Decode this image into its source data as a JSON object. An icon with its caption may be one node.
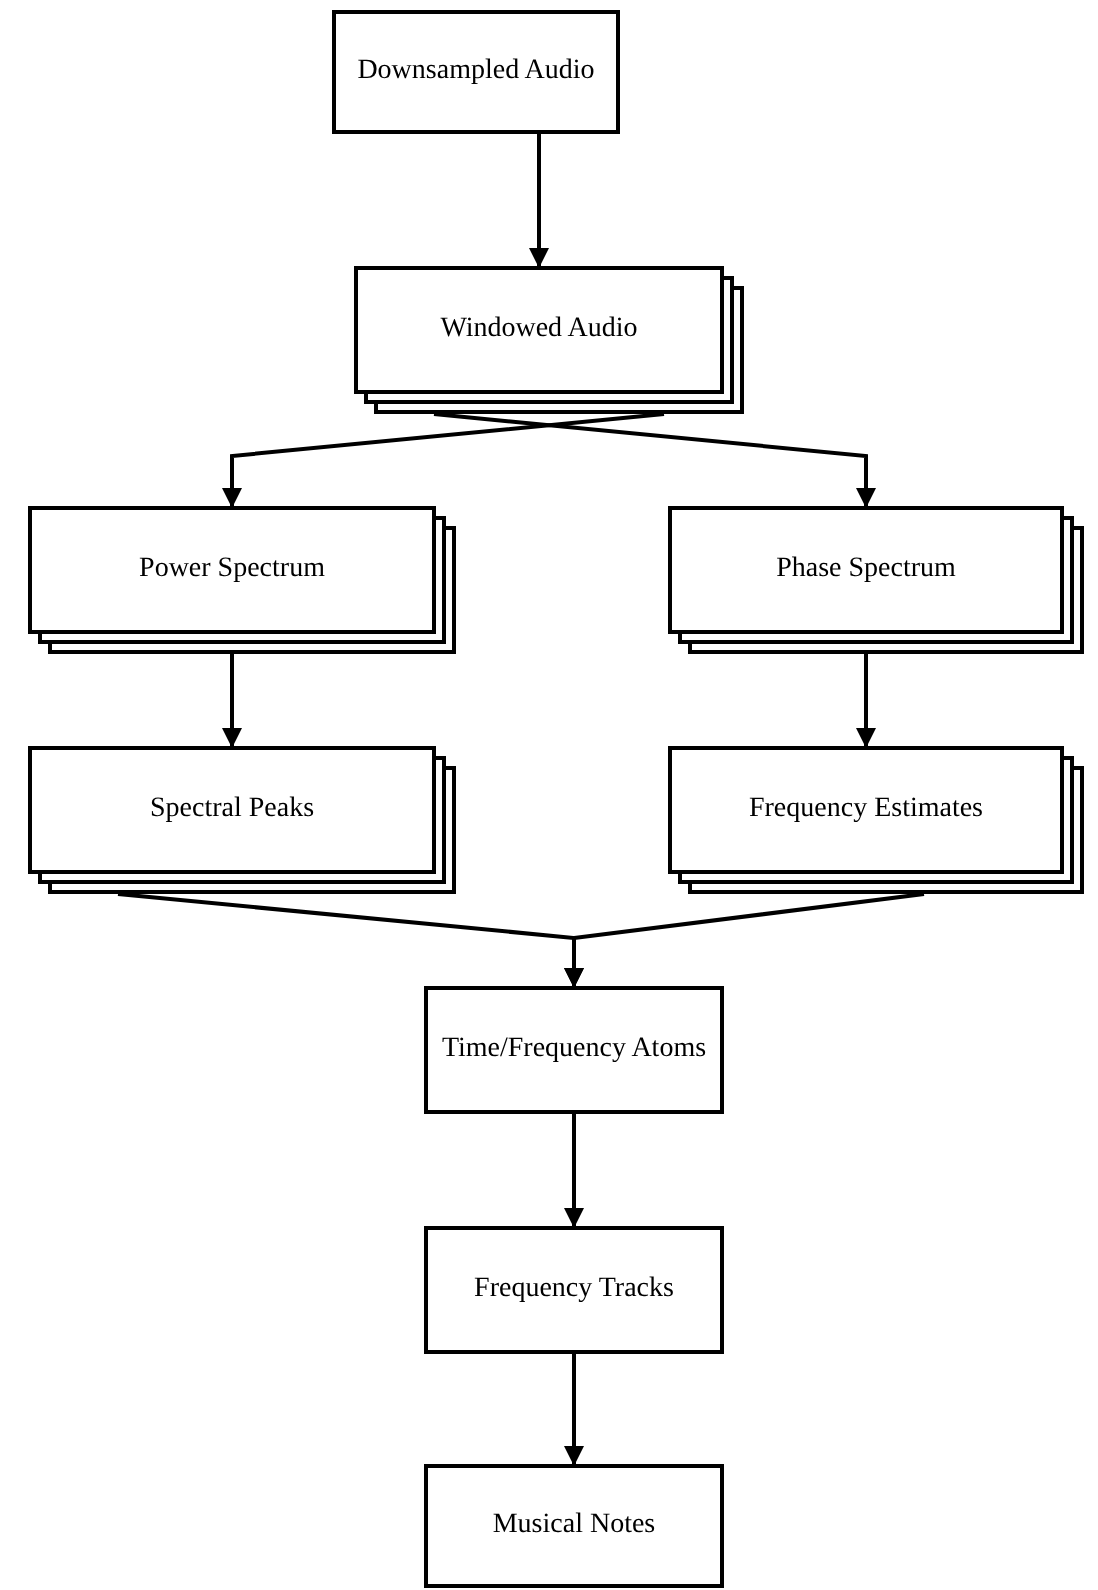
{
  "diagram": {
    "nodes": [
      {
        "text": [
          "Downsampled Audio"
        ]
      },
      {
        "text": [
          "Windowed Audio"
        ]
      },
      {
        "text": [
          "Power Spectrum"
        ]
      },
      {
        "text": [
          "Phase Spectrum"
        ]
      },
      {
        "text": [
          "Spectral Peaks"
        ]
      },
      {
        "text": [
          "Frequency Estimates"
        ]
      },
      {
        "text": [
          "Time/Frequency Atoms"
        ]
      },
      {
        "text": [
          "Frequency Tracks"
        ]
      },
      {
        "text": [
          "Musical Notes"
        ]
      }
    ],
    "edges": [
      {
        "from": 0,
        "to": 1,
        "arrow": "to"
      },
      {
        "from": 1,
        "to": 2,
        "arrow": "to"
      },
      {
        "from": 1,
        "to": 3,
        "arrow": "to"
      },
      {
        "from": 2,
        "to": 4,
        "arrow": "to"
      },
      {
        "from": 3,
        "to": 5,
        "arrow": "to"
      },
      {
        "from": 4,
        "to": 6,
        "arrow": "to"
      },
      {
        "from": 5,
        "to": 6,
        "arrow": "to"
      },
      {
        "from": 6,
        "to": 7,
        "arrow": "to"
      },
      {
        "from": 7,
        "to": 8,
        "arrow": "to"
      }
    ]
  }
}
